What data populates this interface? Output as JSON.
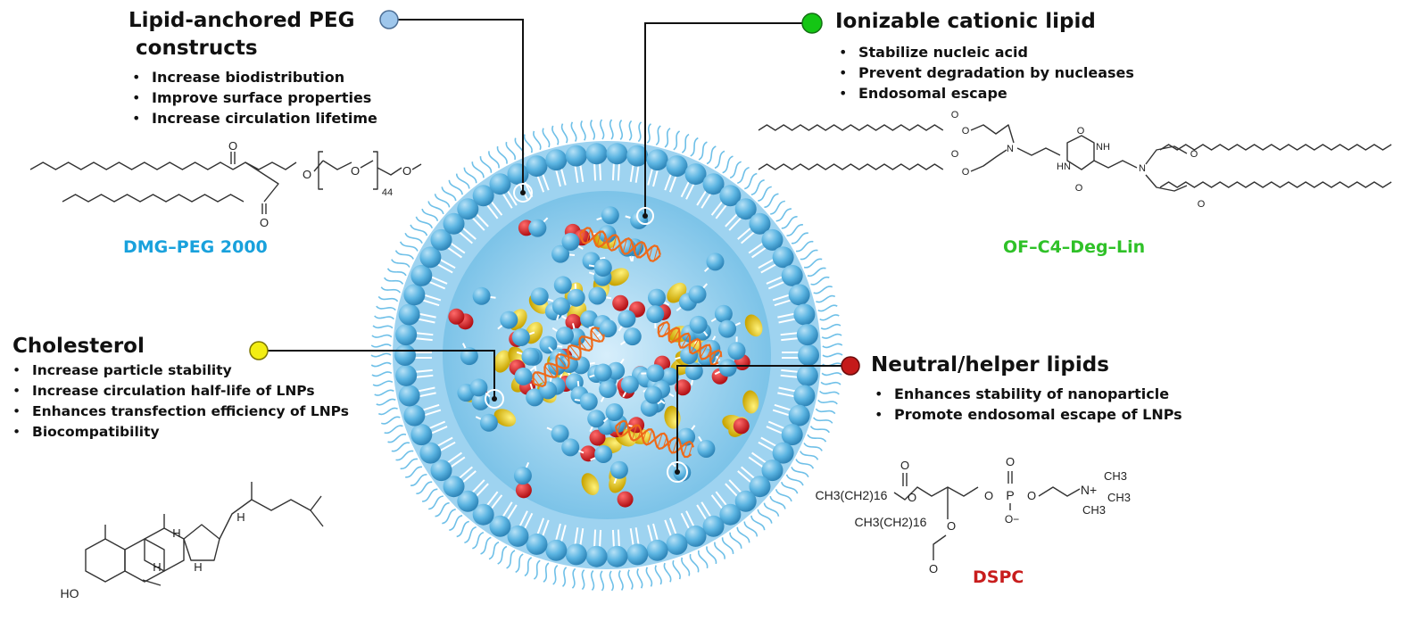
{
  "colors": {
    "peg": "#19a1dc",
    "ionizable": "#2fc128",
    "cholesterol": "#f2ea22",
    "helper": "#c81d1d",
    "particle": "#5db3df",
    "rna": "#ee6a1a"
  },
  "sections": {
    "peg": {
      "title": "Lipid-anchored PEG\n constructs",
      "bullets": [
        "Increase biodistribution",
        "Improve surface properties",
        "Increase circulation lifetime"
      ],
      "compound": "DMG–PEG 2000",
      "marker_color": "#9fc7ec"
    },
    "ionizable": {
      "title": "Ionizable cationic lipid",
      "bullets": [
        "Stabilize nucleic acid",
        "Prevent degradation by nucleases",
        "Endosomal escape"
      ],
      "compound": "OF–C4–Deg–Lin",
      "marker_color": "#14c614"
    },
    "cholesterol": {
      "title": "Cholesterol",
      "bullets": [
        "Increase particle stability",
        "Increase circulation half-life of LNPs",
        "Enhances transfection efficiency of LNPs",
        "Biocompatibility"
      ],
      "marker_color": "#f3ee12"
    },
    "helper": {
      "title": "Neutral/helper lipids",
      "bullets": [
        "Enhances stability of nanoparticle",
        "Promote endosomal escape of LNPs"
      ],
      "compound": "DSPC",
      "marker_color": "#c51a1a"
    }
  },
  "structures": {
    "peg": {
      "oxygen": "O",
      "repeat": "44"
    },
    "ionizable": {
      "nitrogen": "N",
      "oxygen": "O",
      "amide": "HN",
      "amide2": "NH"
    },
    "cholesterol": {
      "hydroxyl": "HO",
      "hydrogen": "H"
    },
    "dspc": {
      "chain1": "CH3(CH2)16",
      "chain2": "CH3(CH2)16",
      "phosphorus": "P",
      "oxygen": "O",
      "oxide": "O−",
      "nitrogen": "N+",
      "methyl": "CH3"
    }
  }
}
